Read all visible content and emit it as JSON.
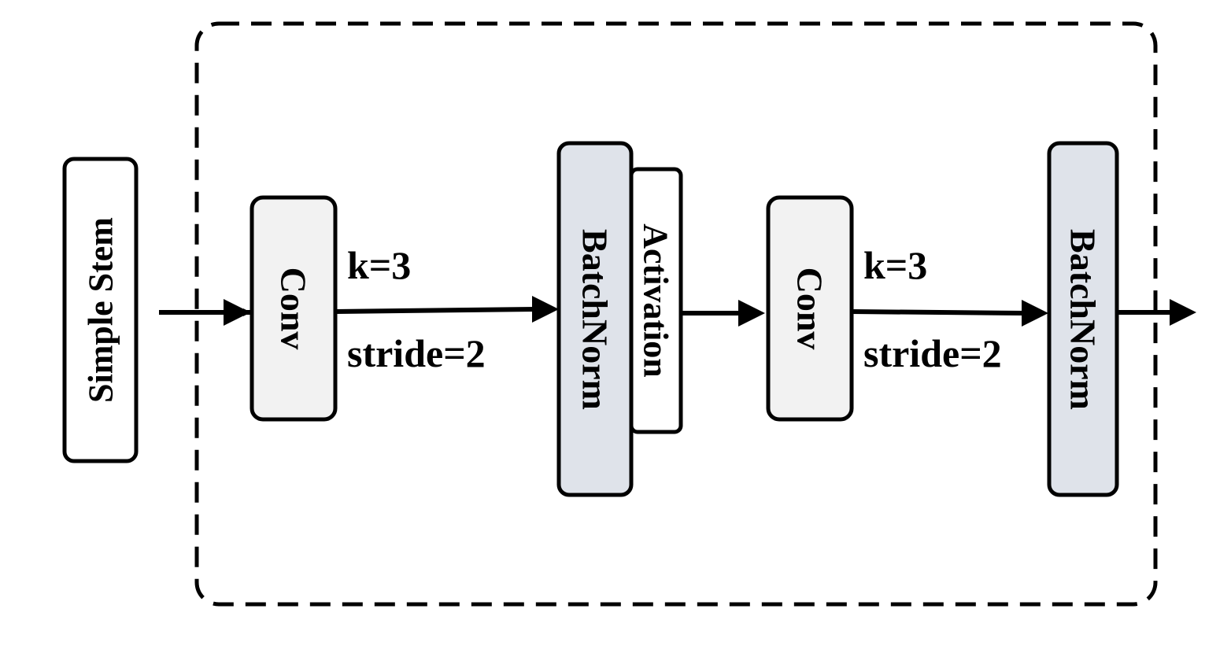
{
  "stem": {
    "label": "Simple Stem"
  },
  "block1": {
    "conv_label": "Conv",
    "kernel_label": "k=3",
    "stride_label": "stride=2",
    "batchnorm_label": "BatchNorm",
    "activation_label": "Activation"
  },
  "block2": {
    "conv_label": "Conv",
    "kernel_label": "k=3",
    "stride_label": "stride=2",
    "batchnorm_label": "BatchNorm"
  },
  "colors": {
    "conv_fill": "#f2f2f2",
    "batchnorm_fill": "#dfe3ea",
    "activation_fill": "#ffffff",
    "stroke": "#000000"
  }
}
